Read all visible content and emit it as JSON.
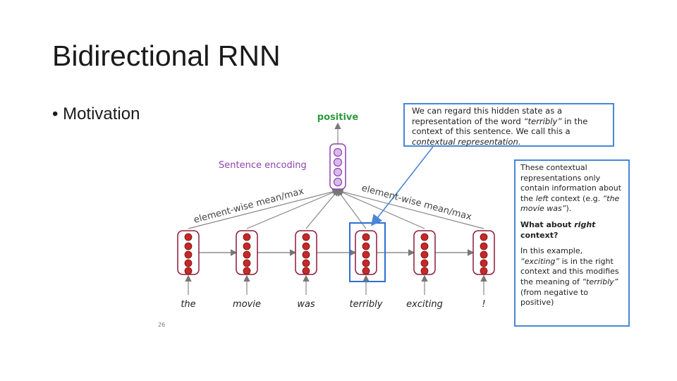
{
  "slide": {
    "title": "Bidirectional RNN",
    "bullet": "• Motivation",
    "page_number": "26"
  },
  "diagram": {
    "output_label": "positive",
    "encoding_label": "Sentence encoding",
    "pool_left_label": "element-wise mean/max",
    "pool_right_label": "element-wise mean/max",
    "words": [
      "the",
      "movie",
      "was",
      "terribly",
      "exciting",
      "!"
    ],
    "colors": {
      "cell_fill": "#c62828",
      "box_border": "#8b1a3a",
      "purple": "#8e44ad",
      "accent_blue": "#4a86d8",
      "green": "#2e9a3e",
      "highlight": "#2e6fd1"
    }
  },
  "callout_top": {
    "line1": "We can regard this hidden state as a",
    "line2a": "representation of the word ",
    "line2b": "“terribly”",
    "line2c": " in the",
    "line3": "context of this sentence. We call this a",
    "line4": "contextual representation."
  },
  "callout_side": {
    "p1a": "These contextual representations only contain information about the ",
    "p1b": "left",
    "p1c": " context (e.g. ",
    "p1d": "“the movie was”",
    "p1e": ").",
    "q1": "What about ",
    "q2": "right",
    "q3": " context?",
    "p3a": "In this example, ",
    "p3b": "“exciting”",
    "p3c": " is in the right context and this modifies the meaning of ",
    "p3d": "“terribly”",
    "p3e": " (from negative to positive)"
  }
}
